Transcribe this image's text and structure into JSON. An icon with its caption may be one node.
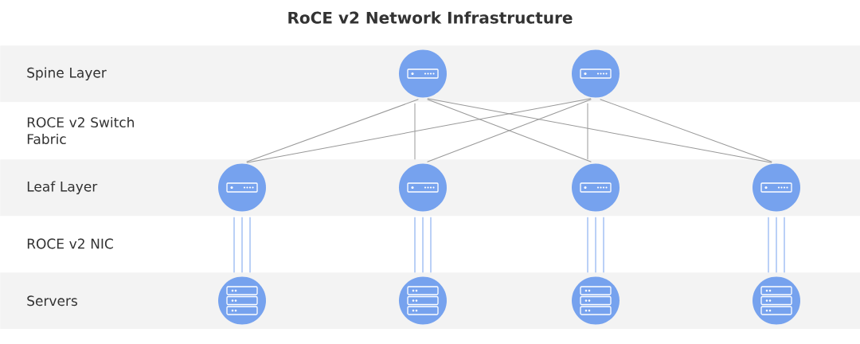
{
  "diagram": {
    "title": "RoCE v2 Network Infrastructure",
    "nodes": [
      {
        "text": [
          "Spine Layer"
        ]
      },
      {
        "text": [],
        "shape": "circle",
        "in": 0
      },
      {
        "text": [],
        "shape": "circle",
        "in": 0
      },
      {
        "text": [
          "Leaf Layer"
        ]
      },
      {
        "text": [],
        "shape": "circle",
        "in": 3
      },
      {
        "text": [],
        "shape": "circle",
        "in": 3
      },
      {
        "text": [],
        "shape": "circle",
        "in": 3
      },
      {
        "text": [],
        "shape": "circle",
        "in": 3
      },
      {
        "text": [
          "Servers"
        ]
      },
      {
        "text": [],
        "shape": "circle",
        "in": 8
      },
      {
        "text": [],
        "shape": "circle",
        "in": 8
      },
      {
        "text": [],
        "shape": "circle",
        "in": 8
      },
      {
        "text": [],
        "shape": "circle",
        "in": 8
      }
    ],
    "edges": [
      {
        "from": 1,
        "to": 4,
        "arrow": "none"
      },
      {
        "from": 1,
        "to": 5,
        "arrow": "none"
      },
      {
        "from": 1,
        "to": 6,
        "arrow": "none"
      },
      {
        "from": 1,
        "to": 7,
        "arrow": "none"
      },
      {
        "from": 2,
        "to": 4,
        "arrow": "none"
      },
      {
        "from": 2,
        "to": 5,
        "arrow": "none"
      },
      {
        "from": 2,
        "to": 6,
        "arrow": "none"
      },
      {
        "from": 2,
        "to": 7,
        "arrow": "none"
      },
      {
        "from": 4,
        "to": 9,
        "arrow": "none",
        "color": "#76a2ee"
      },
      {
        "from": 4,
        "to": 9,
        "arrow": "none",
        "color": "#76a2ee"
      },
      {
        "from": 4,
        "to": 9,
        "arrow": "none",
        "color": "#76a2ee"
      },
      {
        "from": 5,
        "to": 10,
        "arrow": "none",
        "color": "#76a2ee"
      },
      {
        "from": 5,
        "to": 10,
        "arrow": "none",
        "color": "#76a2ee"
      },
      {
        "from": 5,
        "to": 10,
        "arrow": "none",
        "color": "#76a2ee"
      },
      {
        "from": 6,
        "to": 11,
        "arrow": "none",
        "color": "#76a2ee"
      },
      {
        "from": 6,
        "to": 11,
        "arrow": "none",
        "color": "#76a2ee"
      },
      {
        "from": 6,
        "to": 11,
        "arrow": "none",
        "color": "#76a2ee"
      },
      {
        "from": 7,
        "to": 12,
        "arrow": "none",
        "color": "#76a2ee"
      },
      {
        "from": 7,
        "to": 12,
        "arrow": "none",
        "color": "#76a2ee"
      },
      {
        "from": 7,
        "to": 12,
        "arrow": "none",
        "color": "#76a2ee"
      }
    ],
    "labels": [
      "ROCE v2 Switch Fabric",
      "ROCE v2 NIC"
    ]
  }
}
